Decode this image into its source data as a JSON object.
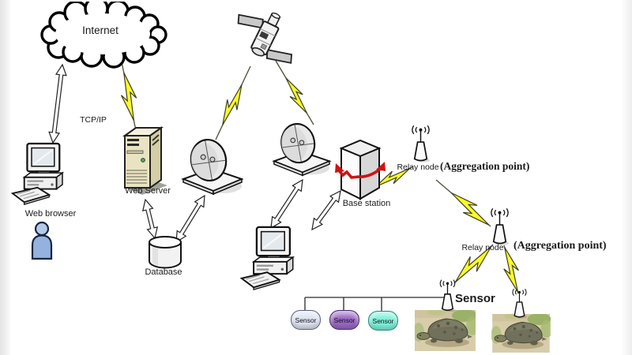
{
  "diagram": {
    "internet": {
      "label": "Internet"
    },
    "tcp_link": {
      "label": "TCP/IP"
    },
    "web_browser": {
      "label": "Web browser"
    },
    "web_server": {
      "label": "Web Server"
    },
    "database": {
      "label": "Database"
    },
    "base_station": {
      "label": "Base station"
    },
    "relay_node_1": {
      "label": "Relay node",
      "annotation": "(Aggregation point)"
    },
    "relay_node_2": {
      "label": "Relay node",
      "annotation": "(Aggregation point)"
    },
    "sensor_antenna": {
      "label": "Sensor"
    },
    "sensor_nodes": [
      {
        "label": "Sensor",
        "color": "#dde3f0"
      },
      {
        "label": "Sensor",
        "color": "#9a68c4"
      },
      {
        "label": "Sensor",
        "color": "#7df0d8"
      }
    ],
    "colors": {
      "lightning_fill": "#fbfb2a",
      "lightning_stroke": "#3f3f1e",
      "link_line": "#55543c",
      "sensor_bus_line": "#2a2a2a",
      "arrow_fill": "#ffffff",
      "arrow_stroke": "#222222",
      "server_beige": "#e9e3c3",
      "person_blue": "#93b2dd",
      "base_station_arrow_red": "#cc1414"
    }
  }
}
